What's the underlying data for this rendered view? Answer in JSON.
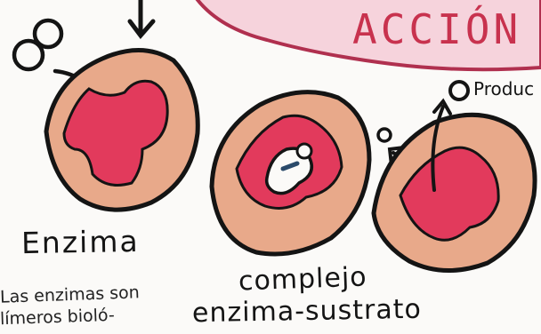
{
  "title": "ACCIÓN",
  "labels": {
    "enzyme": "Enzima",
    "complex_line1": "complejo",
    "complex_line2": "enzima-sustrato",
    "product": "Produc"
  },
  "notes": {
    "line1": "Las enzimas son",
    "line2": "límeros bioló-"
  },
  "colors": {
    "ink": "#141414",
    "enzyme_body": "#e8a98a",
    "active_site": "#e23a5c",
    "title_cloud": "#c8324e",
    "cloud_fill": "#f6d3dc"
  }
}
